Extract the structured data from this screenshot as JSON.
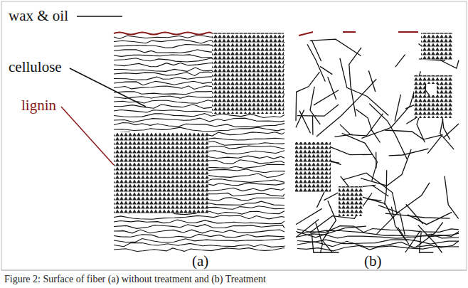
{
  "diagram": {
    "caption": "Figure 2: Surface of fiber (a) without treatment and (b) Treatment",
    "labels": [
      "wax & oil",
      "cellulose",
      "lignin",
      "(a)",
      "(b)"
    ]
  }
}
